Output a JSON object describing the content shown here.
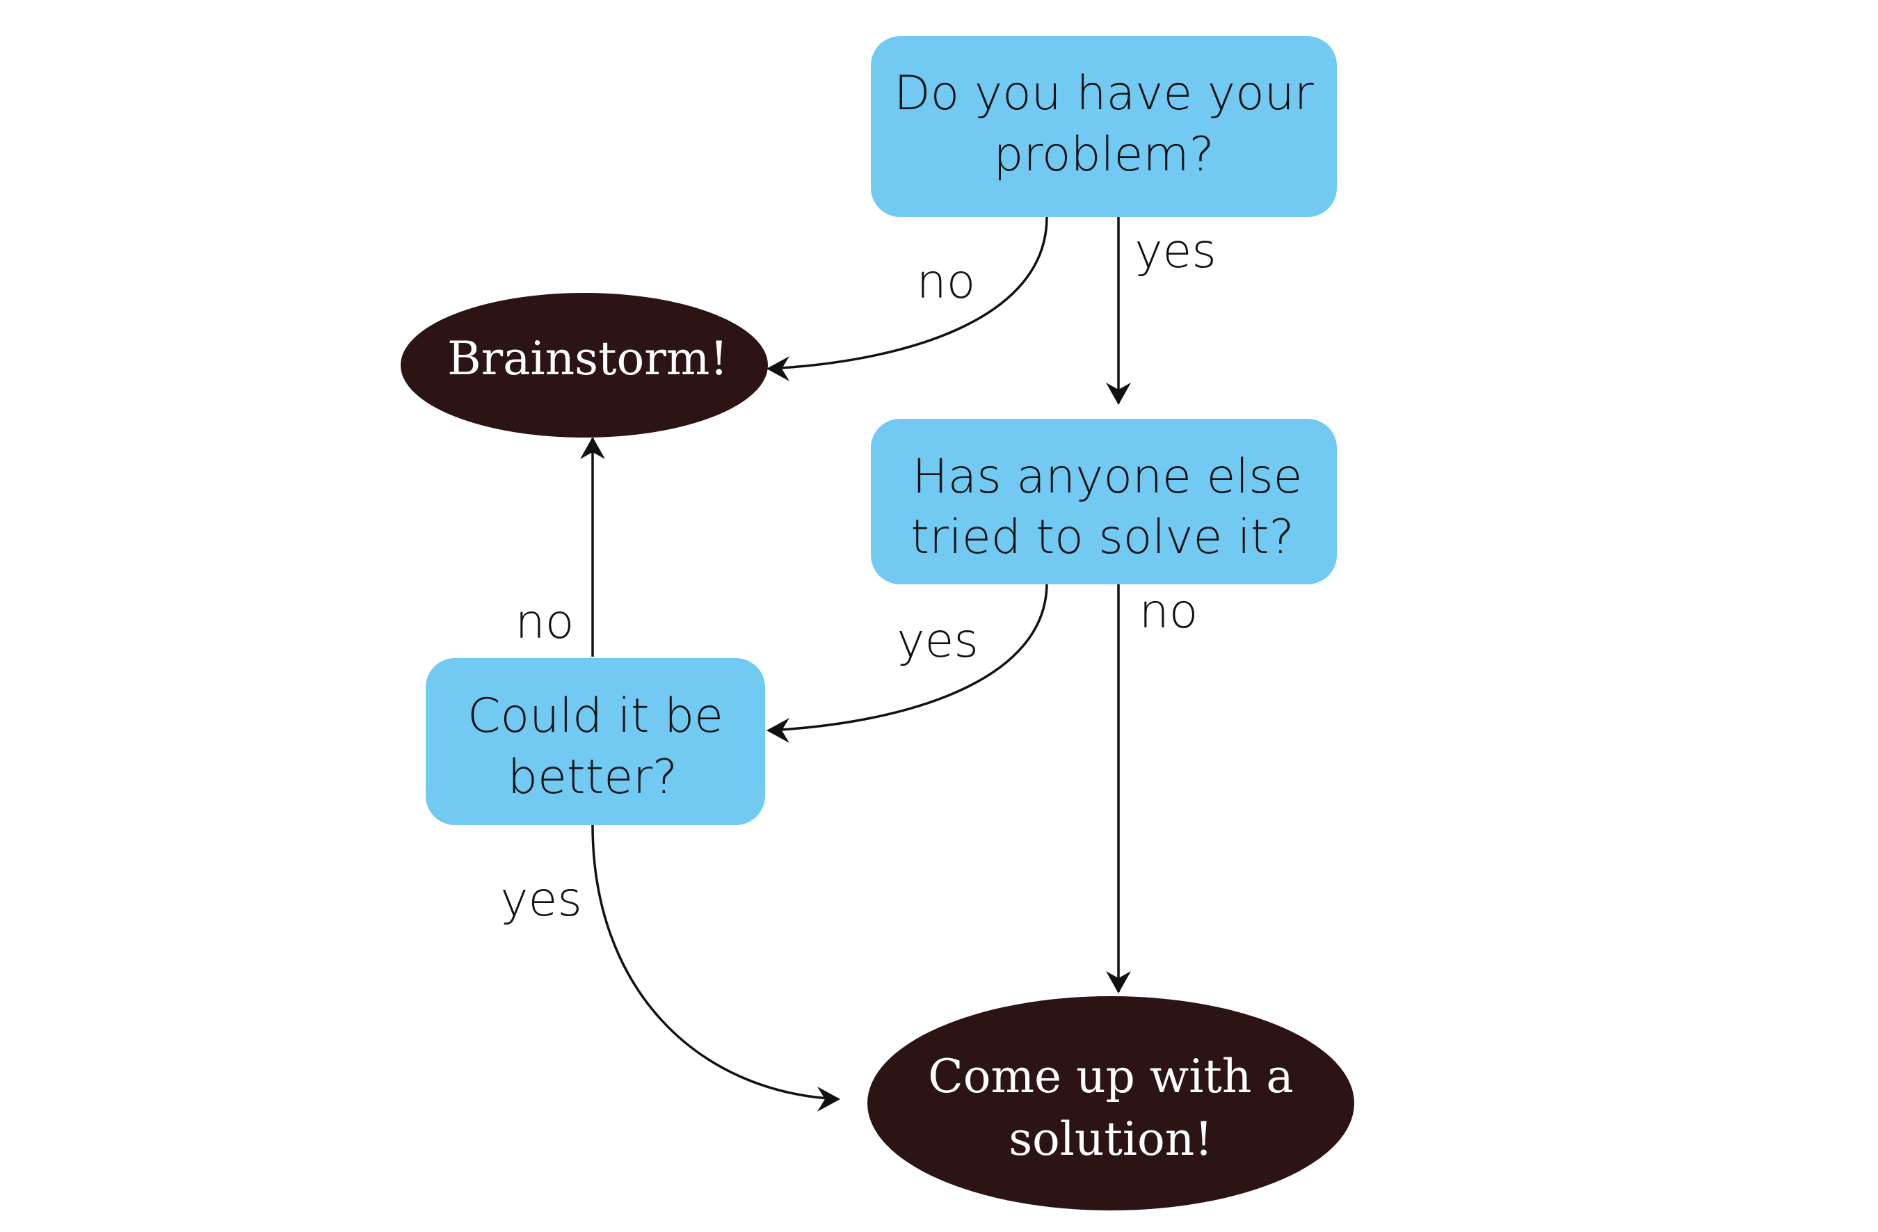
{
  "colors": {
    "decision_fill": "#72c9f2",
    "terminal_fill": "#2c1314",
    "terminal_text": "#ffffff",
    "line": "#111111"
  },
  "nodes": {
    "have_problem": {
      "line1": "Do you have your",
      "line2": "problem?"
    },
    "brainstorm": {
      "label": "Brainstorm!"
    },
    "tried_to_solve": {
      "line1": "Has anyone else",
      "line2": "tried to solve it?"
    },
    "could_be_better": {
      "line1": "Could it be",
      "line2": "better?"
    },
    "solution": {
      "line1": "Come up with a",
      "line2": "solution!"
    }
  },
  "edges": {
    "problem_no": "no",
    "problem_yes": "yes",
    "tried_yes": "yes",
    "tried_no": "no",
    "better_no": "no",
    "better_yes": "yes"
  }
}
